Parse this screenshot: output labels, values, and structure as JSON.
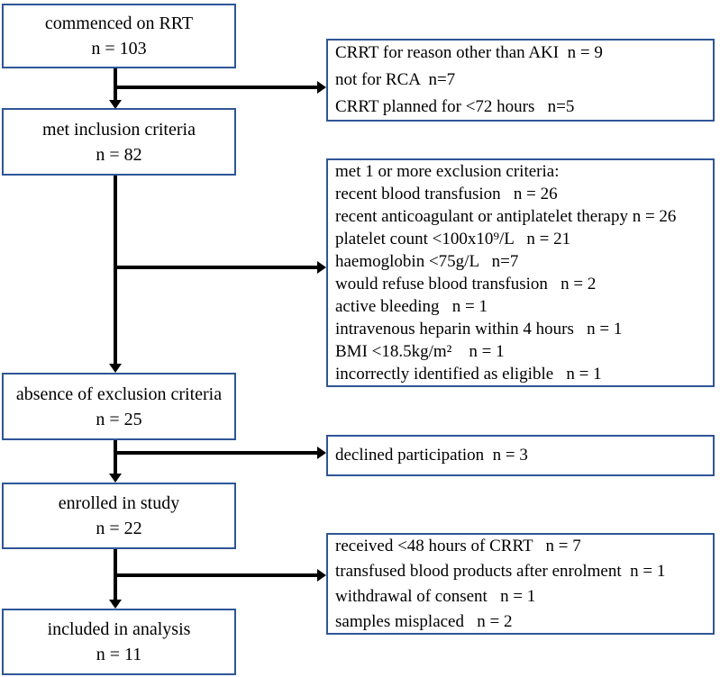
{
  "colors": {
    "box_border": "#2f5597",
    "arrow": "#000000",
    "background": "#ffffff",
    "text": "#000000"
  },
  "main_boxes": [
    {
      "label": "commenced on RRT",
      "n": "n = 103"
    },
    {
      "label": "met inclusion criteria",
      "n": "n = 82"
    },
    {
      "label": "absence of exclusion criteria",
      "n": "n = 25"
    },
    {
      "label": "enrolled in study",
      "n": "n = 22"
    },
    {
      "label": "included in analysis",
      "n": "n = 11"
    }
  ],
  "side_boxes": [
    {
      "lines": [
        "CRRT for reason other than AKI  n = 9",
        "not for RCA  n=7",
        "CRRT planned for <72 hours   n=5"
      ]
    },
    {
      "lines": [
        "met 1 or more exclusion criteria:",
        "recent blood transfusion   n = 26",
        "recent anticoagulant or antiplatelet therapy n = 26",
        "platelet count <100x10⁹/L   n = 21",
        "haemoglobin <75g/L   n=7",
        "would refuse blood transfusion   n = 2",
        "active bleeding   n = 1",
        "intravenous heparin within 4 hours   n = 1",
        "BMI <18.5kg/m²    n = 1",
        "incorrectly identified as eligible   n = 1"
      ]
    },
    {
      "lines": [
        "declined participation  n = 3"
      ]
    },
    {
      "lines": [
        "received <48 hours of CRRT   n = 7",
        "transfused blood products after enrolment  n = 1",
        "withdrawal of consent   n = 1",
        "samples misplaced   n = 2"
      ]
    }
  ]
}
